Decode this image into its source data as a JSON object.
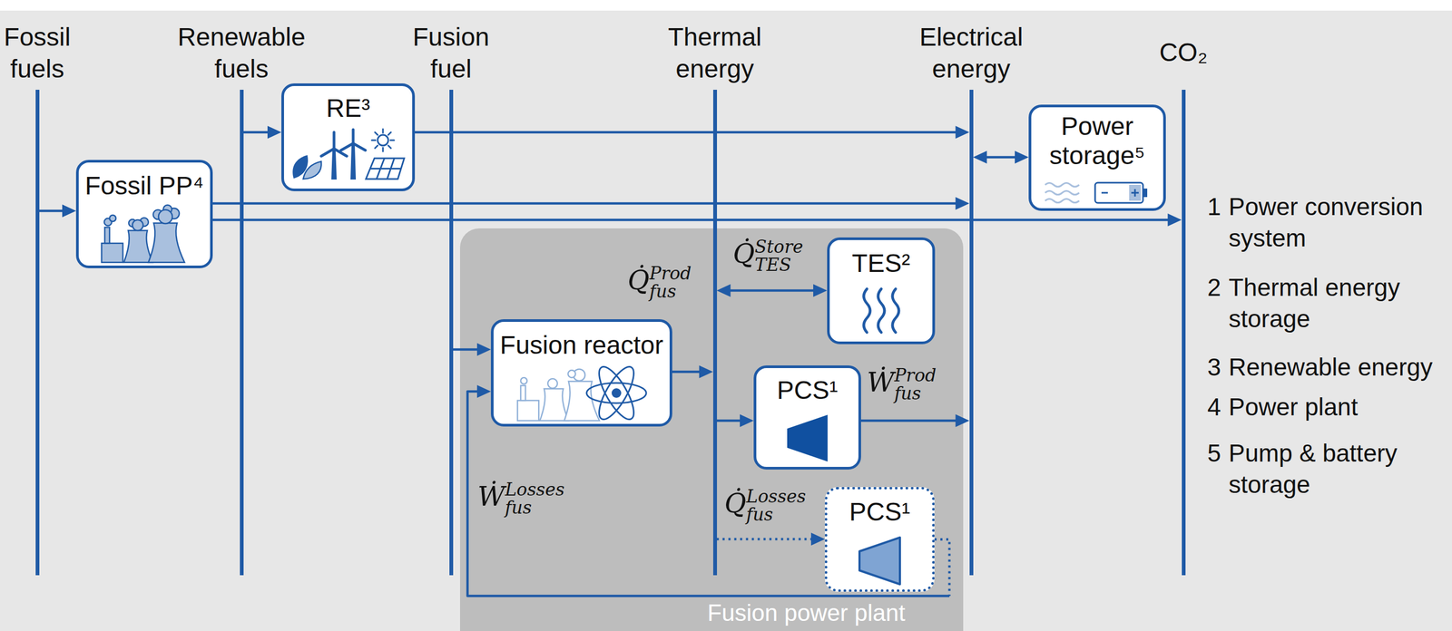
{
  "diagram": {
    "nodes": [
      {
        "text": [
          "Fossil fuels"
        ]
      },
      {
        "text": [
          "Renewable fuels"
        ]
      },
      {
        "text": [
          "Fusion fuel"
        ]
      },
      {
        "text": [
          "Thermal energy"
        ]
      },
      {
        "text": [
          "Electrical energy"
        ]
      },
      {
        "text": [
          "CO₂"
        ]
      },
      {
        "text": [
          "RE³"
        ]
      },
      {
        "text": [
          "Power storage⁵"
        ]
      },
      {
        "text": [
          "Fossil PP⁴"
        ]
      },
      {
        "text": [
          "Fusion power plant"
        ]
      },
      {
        "text": [
          "TES²"
        ],
        "in": 9
      },
      {
        "text": [
          "Fusion reactor"
        ],
        "in": 9
      },
      {
        "text": [
          "PCS¹"
        ],
        "in": 9
      },
      {
        "text": [
          "PCS¹"
        ],
        "in": 9
      }
    ],
    "edges": [
      {
        "from": 0,
        "to": 8,
        "arrow": "to"
      },
      {
        "from": 8,
        "to": 4,
        "arrow": "to"
      },
      {
        "from": 8,
        "to": 5,
        "arrow": "to"
      },
      {
        "from": 1,
        "to": 6,
        "arrow": "to"
      },
      {
        "from": 6,
        "to": 4,
        "arrow": "to"
      },
      {
        "from": 4,
        "to": 7,
        "arrow": "both"
      },
      {
        "from": 2,
        "to": 11,
        "arrow": "to"
      },
      {
        "from": 11,
        "to": 3,
        "arrow": "to"
      },
      {
        "from": 3,
        "to": 10,
        "label": "Q̇ Store TES",
        "arrow": "both"
      },
      {
        "from": 3,
        "to": 12,
        "arrow": "to"
      },
      {
        "from": 12,
        "to": 4,
        "label": "Ẇ Prod fus",
        "arrow": "to"
      },
      {
        "from": 3,
        "to": 13,
        "label": "Q̇ Losses fus",
        "arrow": "to"
      },
      {
        "from": 13,
        "to": 11,
        "label": "Ẇ Losses fus",
        "arrow": "to"
      }
    ],
    "labels": [
      "Q̇ Prod fus",
      "1",
      "Power conversion system",
      "2",
      "Thermal energy storage",
      "3",
      "Renewable energy",
      "4",
      "Power plant",
      "5",
      "Pump & battery storage"
    ]
  }
}
